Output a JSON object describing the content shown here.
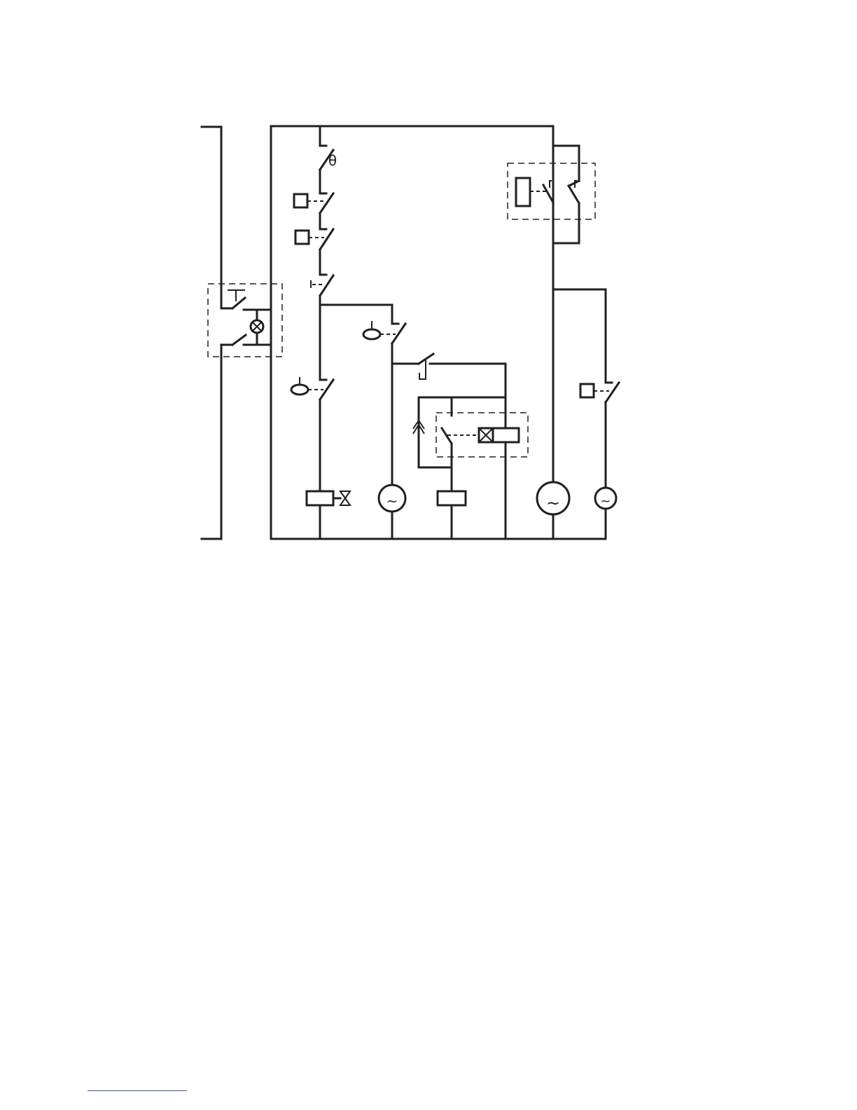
{
  "diagram": {
    "colors": {
      "line": "#231f20",
      "background": "#ffffff",
      "footer_rule": "#3b4fa8"
    },
    "symbols": {
      "thermal": "θ",
      "ac": "~"
    },
    "components": [
      "rail-bracket",
      "indicator-lamp-switch-assembly",
      "thermal-contact",
      "relay-contact-a",
      "relay-contact-b",
      "manual-contact",
      "float-switch-contact-a",
      "float-switch-contact-b",
      "delay-contact",
      "timer-relay-assembly",
      "solenoid-valve",
      "motor-a",
      "coil",
      "motor-b",
      "motor-c",
      "relay-assembly-top-right",
      "relay-contact-c"
    ]
  }
}
